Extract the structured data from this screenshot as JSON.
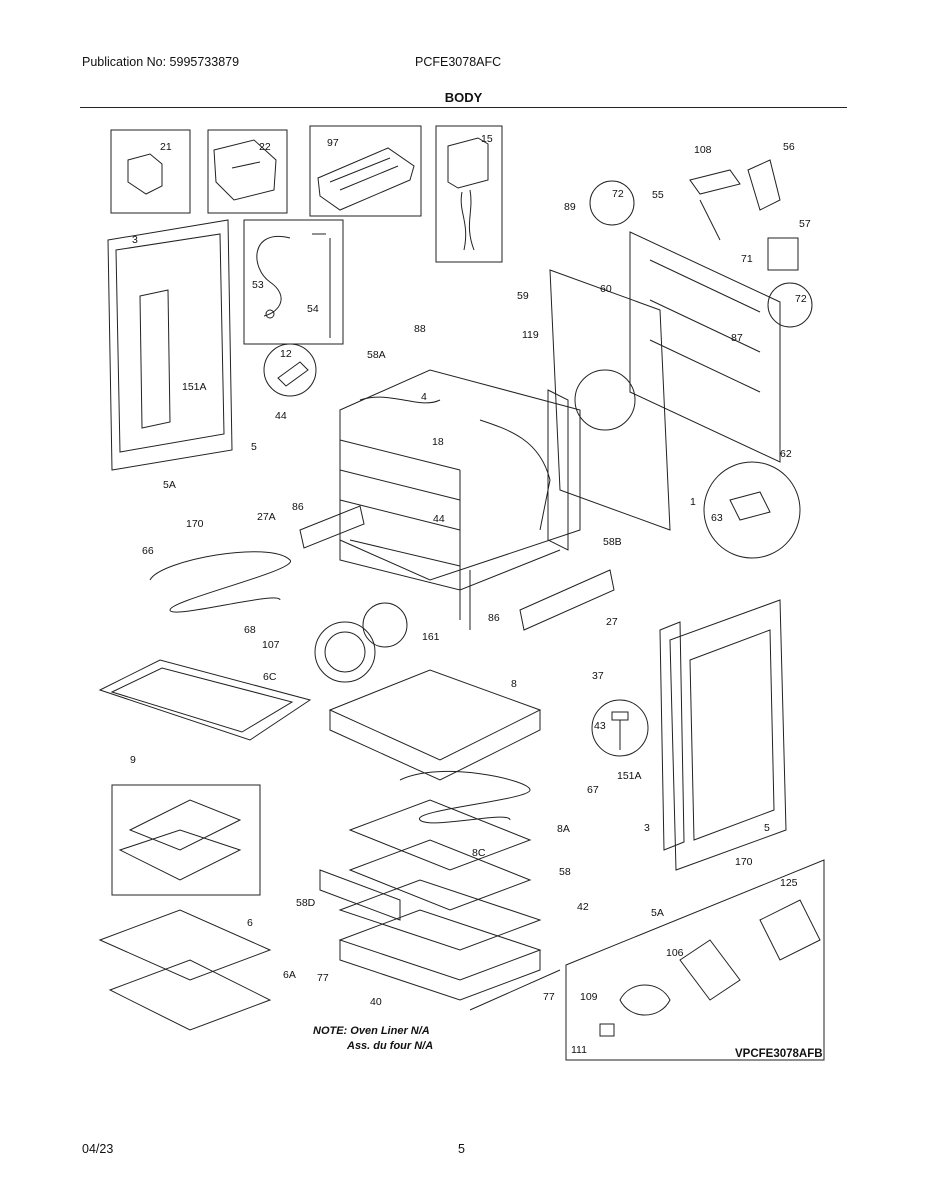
{
  "header": {
    "publication": "Publication No: 5995733879",
    "model": "PCFE3078AFC",
    "section": "BODY"
  },
  "parts": [
    {
      "id": "21",
      "label": "21"
    },
    {
      "id": "22",
      "label": "22"
    },
    {
      "id": "97",
      "label": "97"
    },
    {
      "id": "15",
      "label": "15"
    },
    {
      "id": "108",
      "label": "108"
    },
    {
      "id": "56",
      "label": "56"
    },
    {
      "id": "55",
      "label": "55"
    },
    {
      "id": "72a",
      "label": "72"
    },
    {
      "id": "89",
      "label": "89"
    },
    {
      "id": "57",
      "label": "57"
    },
    {
      "id": "71",
      "label": "71"
    },
    {
      "id": "72b",
      "label": "72"
    },
    {
      "id": "3a",
      "label": "3"
    },
    {
      "id": "53",
      "label": "53"
    },
    {
      "id": "54",
      "label": "54"
    },
    {
      "id": "59",
      "label": "59"
    },
    {
      "id": "60",
      "label": "60"
    },
    {
      "id": "87",
      "label": "87"
    },
    {
      "id": "88",
      "label": "88"
    },
    {
      "id": "119",
      "label": "119"
    },
    {
      "id": "12",
      "label": "12"
    },
    {
      "id": "58A",
      "label": "58A"
    },
    {
      "id": "151Aa",
      "label": "151A"
    },
    {
      "id": "4",
      "label": "4"
    },
    {
      "id": "44a",
      "label": "44"
    },
    {
      "id": "18",
      "label": "18"
    },
    {
      "id": "5a",
      "label": "5"
    },
    {
      "id": "5Aa",
      "label": "5A"
    },
    {
      "id": "62",
      "label": "62"
    },
    {
      "id": "1",
      "label": "1"
    },
    {
      "id": "86a",
      "label": "86"
    },
    {
      "id": "44b",
      "label": "44"
    },
    {
      "id": "170a",
      "label": "170"
    },
    {
      "id": "27A",
      "label": "27A"
    },
    {
      "id": "63",
      "label": "63"
    },
    {
      "id": "58B",
      "label": "58B"
    },
    {
      "id": "66",
      "label": "66"
    },
    {
      "id": "86b",
      "label": "86"
    },
    {
      "id": "27",
      "label": "27"
    },
    {
      "id": "68",
      "label": "68"
    },
    {
      "id": "107",
      "label": "107"
    },
    {
      "id": "161",
      "label": "161"
    },
    {
      "id": "37",
      "label": "37"
    },
    {
      "id": "6C",
      "label": "6C"
    },
    {
      "id": "8",
      "label": "8"
    },
    {
      "id": "43",
      "label": "43"
    },
    {
      "id": "9",
      "label": "9"
    },
    {
      "id": "151Ab",
      "label": "151A"
    },
    {
      "id": "67",
      "label": "67"
    },
    {
      "id": "8A",
      "label": "8A"
    },
    {
      "id": "3b",
      "label": "3"
    },
    {
      "id": "5b",
      "label": "5"
    },
    {
      "id": "8C",
      "label": "8C"
    },
    {
      "id": "170b",
      "label": "170"
    },
    {
      "id": "58",
      "label": "58"
    },
    {
      "id": "58D",
      "label": "58D"
    },
    {
      "id": "42",
      "label": "42"
    },
    {
      "id": "5Ab",
      "label": "5A"
    },
    {
      "id": "125",
      "label": "125"
    },
    {
      "id": "6",
      "label": "6"
    },
    {
      "id": "106",
      "label": "106"
    },
    {
      "id": "6A",
      "label": "6A"
    },
    {
      "id": "77a",
      "label": "77"
    },
    {
      "id": "40",
      "label": "40"
    },
    {
      "id": "77b",
      "label": "77"
    },
    {
      "id": "109",
      "label": "109"
    },
    {
      "id": "111",
      "label": "111"
    }
  ],
  "note": {
    "line1": "NOTE: Oven Liner N/A",
    "line2": "Ass. du four N/A"
  },
  "kit_code": "VPCFE3078AFB",
  "footer": {
    "date": "04/23",
    "page": "5"
  }
}
